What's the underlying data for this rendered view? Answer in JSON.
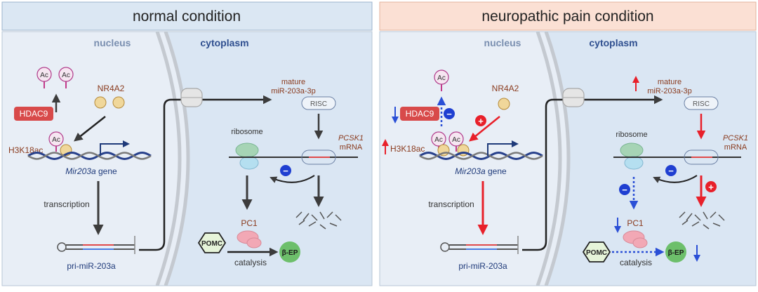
{
  "colors": {
    "panel_bg": "#e8eef6",
    "cyto_bg": "#dae6f3",
    "header_left": "#dbe7f3",
    "header_right": "#fbe0d4",
    "up_arrow": "#e8202a",
    "down_arrow": "#2a4fd6",
    "hdac_red": "#d84a4a",
    "label_blue": "#1f3a7a",
    "label_brown": "#8a3b1e",
    "gray_arrow": "#3c3c3c"
  },
  "left": {
    "header": "normal condition",
    "nucleus": "nucleus",
    "cytoplasm": "cytoplasm",
    "ac_tops": [
      "Ac",
      "Ac"
    ],
    "hdac9": "HDAC9",
    "nr4a2": "NR4A2",
    "ac_mid": "Ac",
    "h3k18ac": "H3K18ac",
    "gene_ital": "Mir203a",
    "gene_rest": " gene",
    "transcription": "transcription",
    "pri": "pri-miR-203a",
    "mature1": "mature",
    "mature2": "miR-203a-3p",
    "risc": "RISC",
    "ribosome": "ribosome",
    "pcsk1": "PCSK1",
    "mrna": "mRNA",
    "pc1": "PC1",
    "pomc": "POMC",
    "bep": "β-EP",
    "catalysis": "catalysis",
    "minus": "−"
  },
  "right": {
    "header": "neuropathic pain condition",
    "nucleus": "nucleus",
    "cytoplasm": "cytoplasm",
    "ac_top": "Ac",
    "hdac9": "HDAC9",
    "nr4a2": "NR4A2",
    "ac_mid1": "Ac",
    "ac_mid2": "Ac",
    "h3k18ac": "H3K18ac",
    "gene_ital": "Mir203a",
    "gene_rest": " gene",
    "transcription": "transcription",
    "pri": "pri-miR-203a",
    "mature1": "mature",
    "mature2": "miR-203a-3p",
    "risc": "RISC",
    "ribosome": "ribosome",
    "pcsk1": "PCSK1",
    "mrna": "mRNA",
    "pc1": "PC1",
    "pomc": "POMC",
    "bep": "β-EP",
    "catalysis": "catalysis",
    "minus": "−",
    "plus": "+"
  }
}
